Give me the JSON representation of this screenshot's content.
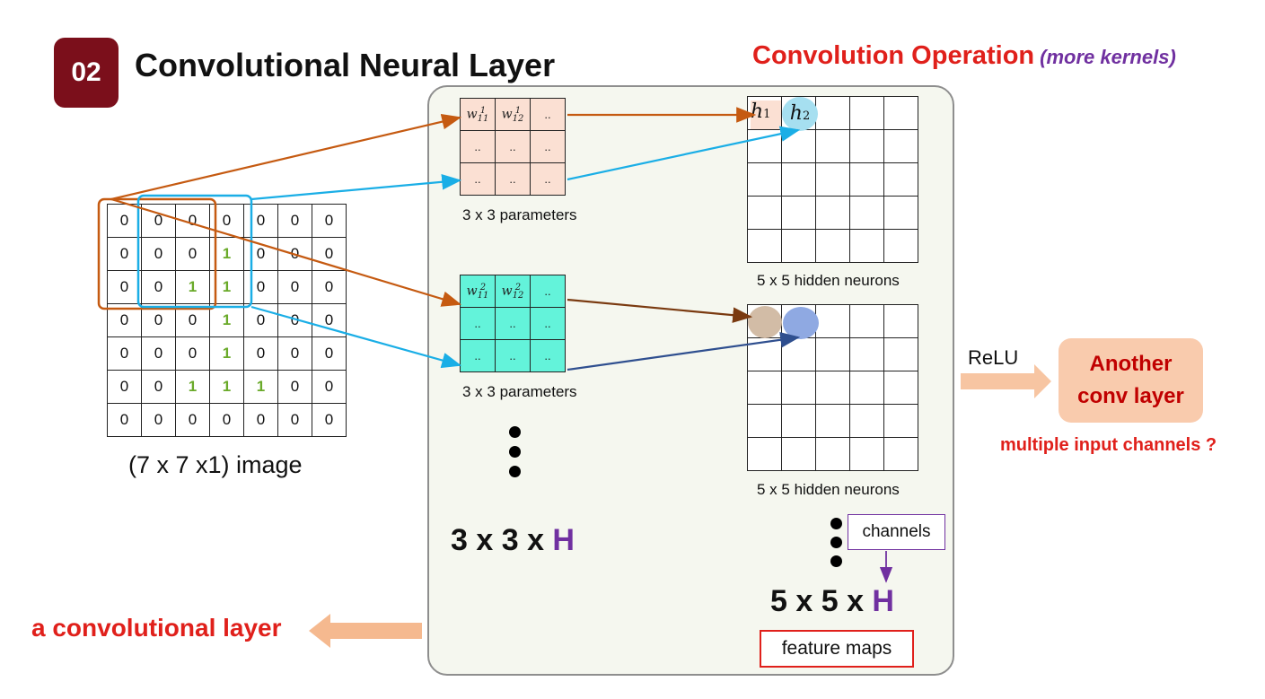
{
  "header": {
    "badge": "02",
    "title": "Convolutional Neural Layer"
  },
  "operation": {
    "title": "Convolution Operation",
    "subtitle": "(more kernels)"
  },
  "image_grid": {
    "rows": [
      [
        "0",
        "0",
        "0",
        "0",
        "0",
        "0",
        "0"
      ],
      [
        "0",
        "0",
        "0",
        "1",
        "0",
        "0",
        "0"
      ],
      [
        "0",
        "0",
        "1",
        "1",
        "0",
        "0",
        "0"
      ],
      [
        "0",
        "0",
        "0",
        "1",
        "0",
        "0",
        "0"
      ],
      [
        "0",
        "0",
        "0",
        "1",
        "0",
        "0",
        "0"
      ],
      [
        "0",
        "0",
        "1",
        "1",
        "1",
        "0",
        "0"
      ],
      [
        "0",
        "0",
        "0",
        "0",
        "0",
        "0",
        "0"
      ]
    ],
    "caption": "(7 x 7 x1) image"
  },
  "kernel1": {
    "cells": [
      [
        "w11_1",
        "w12_1",
        ".."
      ],
      [
        "..",
        "..",
        ".."
      ],
      [
        "..",
        "..",
        ".."
      ]
    ],
    "caption": "3 x 3 parameters",
    "fill": "#fbe0d3"
  },
  "kernel2": {
    "cells": [
      [
        "w11_2",
        "w12_2",
        ".."
      ],
      [
        "..",
        "..",
        ".."
      ],
      [
        "..",
        "..",
        ".."
      ]
    ],
    "caption": "3 x 3 parameters",
    "fill": "#63f3da"
  },
  "hidden1": {
    "h1": "h",
    "h1_sub": "1",
    "h2": "h",
    "h2_sub": "2",
    "caption": "5 x 5 hidden neurons"
  },
  "hidden2": {
    "caption": "5 x 5 hidden neurons"
  },
  "kernel_shape": {
    "prefix": "3 x 3 x ",
    "var": "H"
  },
  "output_shape": {
    "prefix": "5 x 5 x ",
    "var": "H"
  },
  "channels_label": "channels",
  "feature_maps_label": "feature maps",
  "relu_label": "ReLU",
  "another_layer": {
    "line1": "Another",
    "line2": "conv layer"
  },
  "question": "multiple input channels ?",
  "conv_layer_label": "a convolutional layer",
  "colors": {
    "badge": "#7b0f1b",
    "red_text": "#e0201b",
    "purple": "#7030a0",
    "orange_arrow": "#c55a11",
    "blue_arrow": "#1aaee6",
    "brown_arrow": "#7a3a10",
    "navy_arrow": "#2f4f8f",
    "peach_arrow": "#f4b183"
  }
}
